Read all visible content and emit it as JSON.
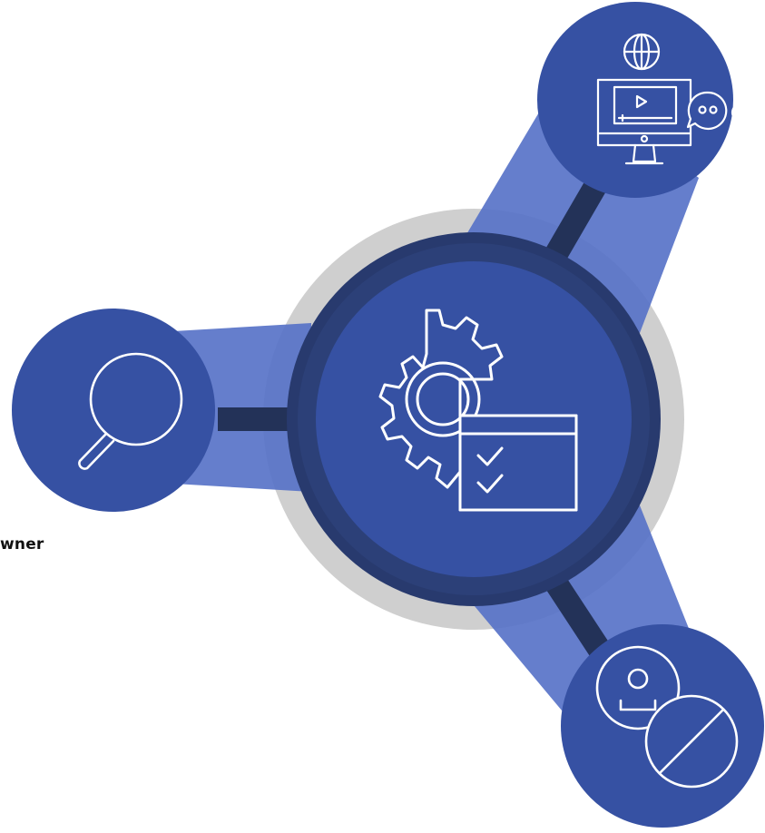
{
  "diagram": {
    "partial_label": "wner",
    "colors": {
      "fan": "#5470C6",
      "node": "#3651A3",
      "hub_ring": "#283A6E",
      "connector": "#233258",
      "halo": "#CFCFCF",
      "icon_stroke": "#FFFFFF"
    },
    "nodes": [
      {
        "id": "hub",
        "icon": "gear-checklist-icon"
      },
      {
        "id": "top-right",
        "icon": "monitor-globe-chat-icon"
      },
      {
        "id": "left",
        "icon": "magnifier-icon"
      },
      {
        "id": "bottom-right",
        "icon": "user-block-icon"
      }
    ]
  }
}
